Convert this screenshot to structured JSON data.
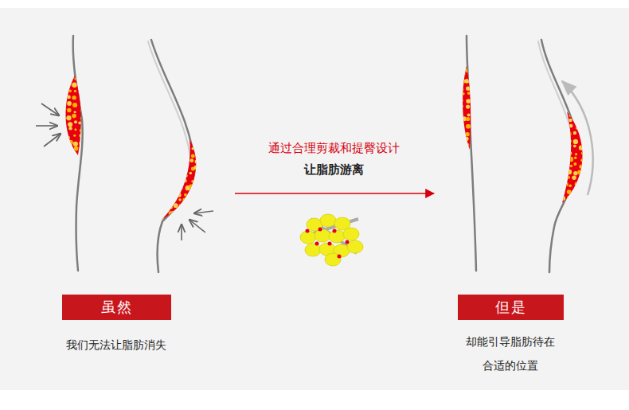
{
  "diagram": {
    "nodes": [
      {
        "text": [
          "虽然"
        ]
      },
      {
        "text": [
          "但是"
        ]
      }
    ],
    "labels": [
      "通过合理剪裁和提臀设计",
      "让脂肪游离",
      "我们无法让脂肪消失",
      "却能引导脂肪待在 合适的位置"
    ]
  }
}
